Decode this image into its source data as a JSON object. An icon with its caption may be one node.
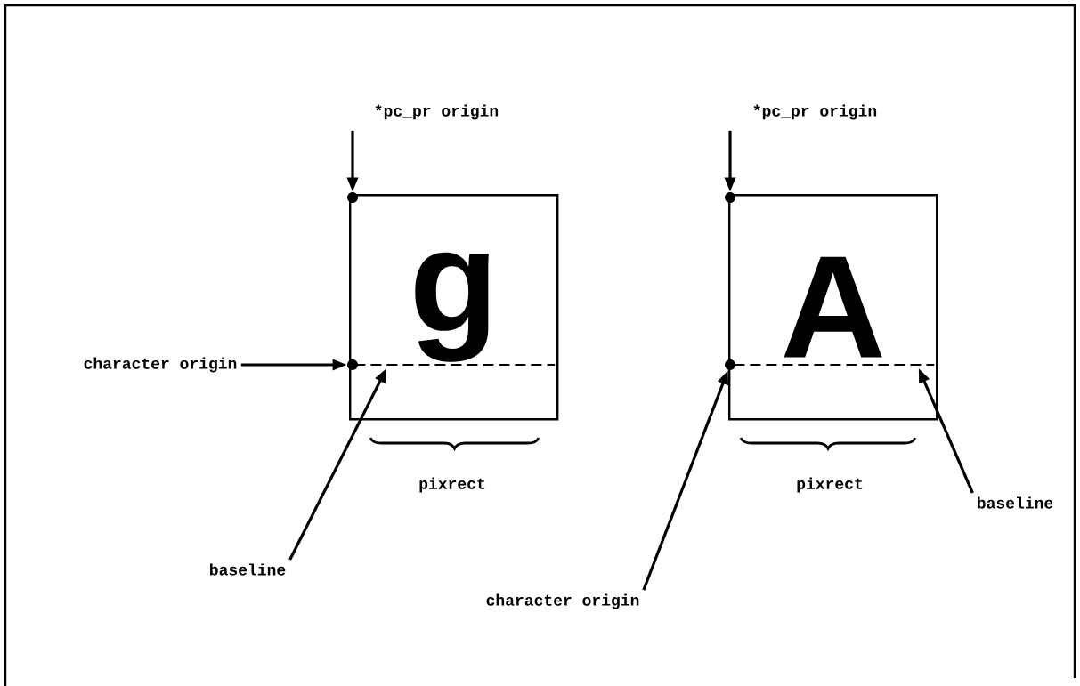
{
  "diagram": {
    "nodes": [
      {
        "text": [
          "*pc_pr origin"
        ]
      },
      {
        "text": [
          "*pc_pr origin"
        ]
      },
      {
        "text": [
          "g"
        ]
      },
      {
        "text": [
          "A"
        ]
      },
      {
        "text": [],
        "shape": "circle"
      },
      {
        "text": [],
        "shape": "circle"
      },
      {
        "text": [],
        "shape": "circle"
      },
      {
        "text": [],
        "shape": "circle"
      },
      {
        "text": [
          "character origin"
        ]
      },
      {
        "text": [
          "baseline"
        ]
      },
      {
        "text": [
          "character origin"
        ]
      },
      {
        "text": [
          "baseline"
        ]
      },
      {
        "text": [],
        "shape": "line",
        "in": 2
      },
      {
        "text": [],
        "shape": "line",
        "in": 3
      }
    ],
    "edges": [
      {
        "from": 0,
        "to": 4,
        "arrow": "to"
      },
      {
        "from": 1,
        "to": 6,
        "arrow": "to"
      },
      {
        "from": 8,
        "to": 5,
        "arrow": "to"
      },
      {
        "from": 9,
        "to": 12,
        "arrow": "to"
      },
      {
        "from": 10,
        "to": 7,
        "arrow": "to"
      },
      {
        "from": 11,
        "to": 13,
        "arrow": "to"
      }
    ],
    "labels": [
      "pixrect",
      "pixrect"
    ]
  }
}
